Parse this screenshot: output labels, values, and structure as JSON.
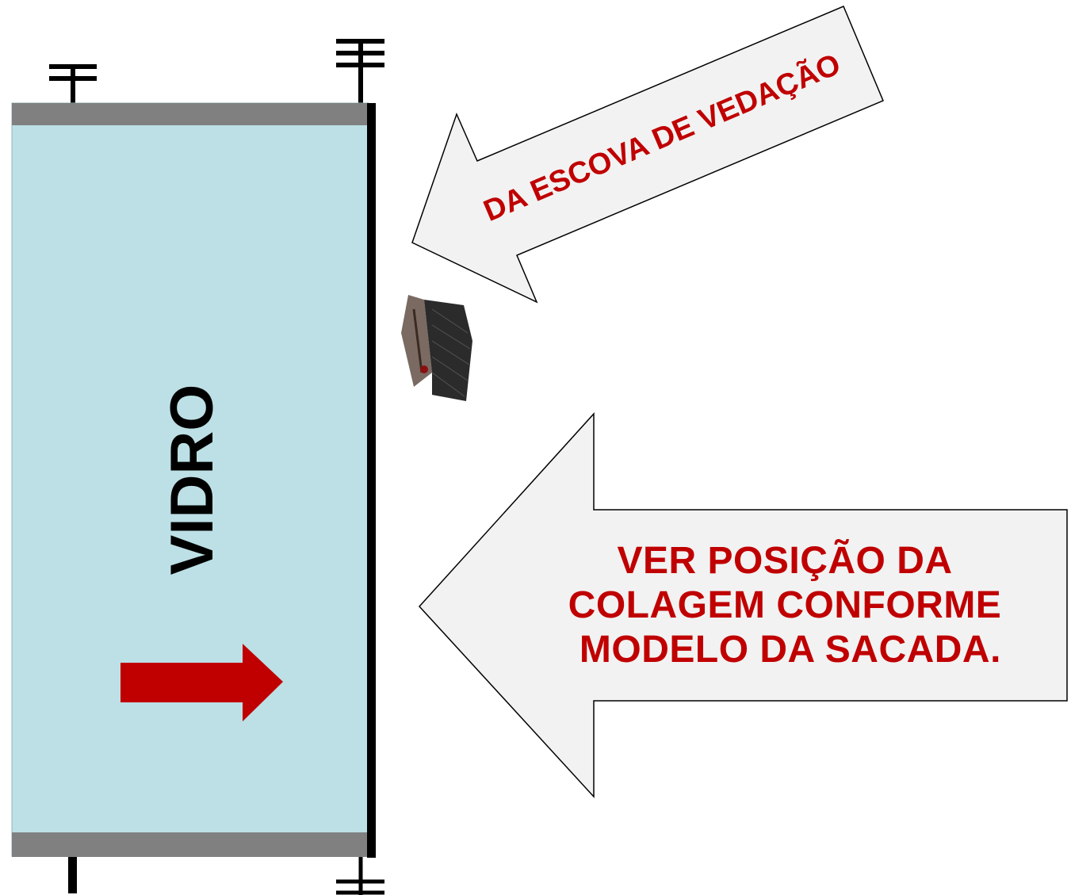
{
  "glass_label": "VIDRO",
  "brush_callout": "DA ESCOVA DE VEDAÇÃO",
  "position_note": {
    "lines": [
      "VER POSIÇÃO DA",
      "COLAGEM CONFORME",
      " MODELO DA SACADA."
    ]
  },
  "colors": {
    "glass": "#bce0e5",
    "profile": "#808080",
    "callout_fill": "#f2f2f2",
    "text_red": "#c00000",
    "direction_arrow": "#c00000"
  },
  "icons": [
    "sealing-brush-image",
    "direction-arrow-right",
    "hanger-fitting"
  ]
}
